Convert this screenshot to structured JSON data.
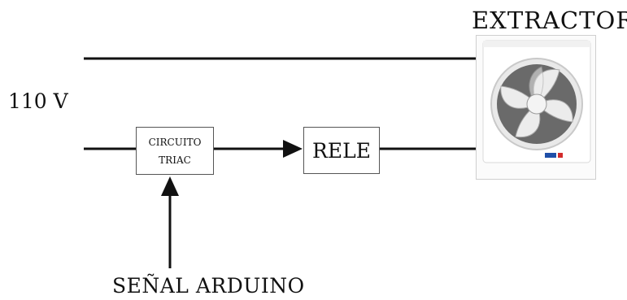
{
  "diagram": {
    "extractor_label": "EXTRACTOR",
    "voltage_label": "110 V",
    "triac_line1": "CIRCUITO",
    "triac_line2": "TRIAC",
    "rele_label": "RELE",
    "signal_label": "SEÑAL ARDUINO"
  }
}
